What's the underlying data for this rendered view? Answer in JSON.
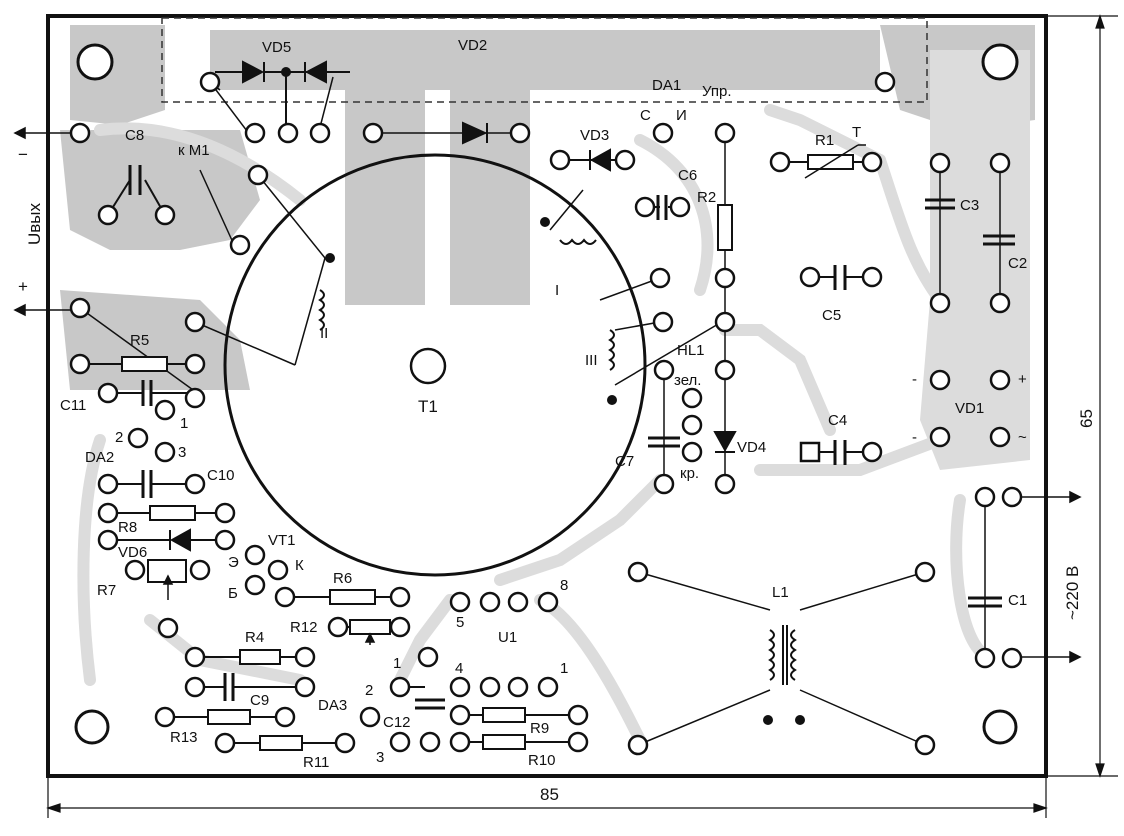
{
  "title": "",
  "dimensions": {
    "width": "85",
    "height": "65"
  },
  "side_labels": {
    "output": "Uвых",
    "minus": "−",
    "plus": "+",
    "mains": "~220 В"
  },
  "labels": {
    "VD5": "VD5",
    "VD2": "VD2",
    "DA1": "DA1",
    "DA1_ctrl": "Упр.",
    "S": "С",
    "I": "И",
    "VD3": "VD3",
    "R1": "R1",
    "T": "T",
    "C8": "C8",
    "kM1": "к М1",
    "C6": "C6",
    "R2": "R2",
    "C3": "C3",
    "C2": "C2",
    "C5": "C5",
    "R5": "R5",
    "II": "II",
    "I_wind": "I",
    "III": "III",
    "T1": "T1",
    "HL1": "HL1",
    "zel": "зел.",
    "kr": "кр.",
    "C7": "C7",
    "VD4": "VD4",
    "C4": "C4",
    "VD1": "VD1",
    "vd1_minus1": "-",
    "vd1_plus": "+",
    "vd1_minus2": "-",
    "vd1_tilde": "~",
    "C11": "C11",
    "pin1a": "1",
    "pin2a": "2",
    "pin3a": "3",
    "DA2": "DA2",
    "C10": "C10",
    "R8": "R8",
    "VD6": "VD6",
    "VT1": "VT1",
    "E": "Э",
    "K": "К",
    "B": "Б",
    "R7": "R7",
    "R6": "R6",
    "R12": "R12",
    "pin8": "8",
    "pin5": "5",
    "U1": "U1",
    "L1": "L1",
    "C1": "C1",
    "R4": "R4",
    "pin1b": "1",
    "pin4": "4",
    "pin1c": "1",
    "pin2b": "2",
    "C9": "C9",
    "DA3": "DA3",
    "C12": "C12",
    "R9": "R9",
    "R13": "R13",
    "R11": "R11",
    "pin3b": "3",
    "R10": "R10"
  }
}
